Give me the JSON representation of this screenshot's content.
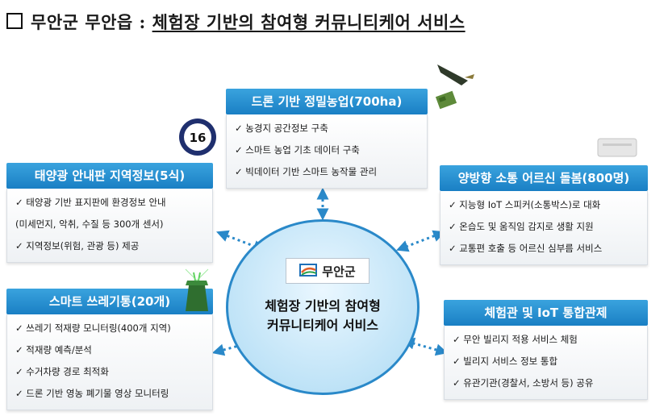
{
  "heading": {
    "box": "□",
    "location": "무안군 무안읍 :",
    "title": "체험장 기반의 참여형 커뮤니티케어 서비스"
  },
  "center": {
    "logo_text": "무안군",
    "line1": "체험장 기반의 참여형",
    "line2": "커뮤니티케어 서비스"
  },
  "cards": {
    "drone": {
      "title": "드론 기반 정밀농업(700ha)",
      "items": [
        "농경지 공간정보 구축",
        "스마트 농업 기초 데이터 구축",
        "빅데이터 기반 스마트 농작물 관리"
      ]
    },
    "solar": {
      "title": "태양광 안내판 지역정보(5식)",
      "items": [
        "태양광 기반 표지판에 환경정보 안내",
        "(미세먼지, 악취, 수질 등 300개 센서)",
        "지역정보(위험, 관광 등) 제공"
      ]
    },
    "senior": {
      "title": "양방향 소통 어르신 돌봄(800명)",
      "items": [
        "지능형 IoT 스피커(소통박스)로 대화",
        "온습도 및 움직임 감지로 생활 지원",
        "교통편 호출 등 어르신 심부름 서비스"
      ]
    },
    "trash": {
      "title": "스마트 쓰레기통(20개)",
      "items": [
        "쓰레기 적재량 모니터링(400개 지역)",
        "적재량 예측/분석",
        "수거차량 경로 최적화",
        "드론 기반 영농 폐기물 영상 모니터링"
      ]
    },
    "hall": {
      "title": "체험관 및 IoT 통합관제",
      "items": [
        "무안 빌리지 적용 서비스 체험",
        "빌리지 서비스 정보 통합",
        "유관기관(경찰서, 소방서 등) 공유"
      ]
    }
  },
  "badge": {
    "number": "16"
  },
  "colors": {
    "accent": "#1a7fc4",
    "circle_border": "#2a89c9",
    "arrow": "#2a89c9"
  },
  "icons": [
    "drone-icon",
    "speed-sign-icon",
    "speaker-icon",
    "smart-bin-icon",
    "logo-icon"
  ]
}
